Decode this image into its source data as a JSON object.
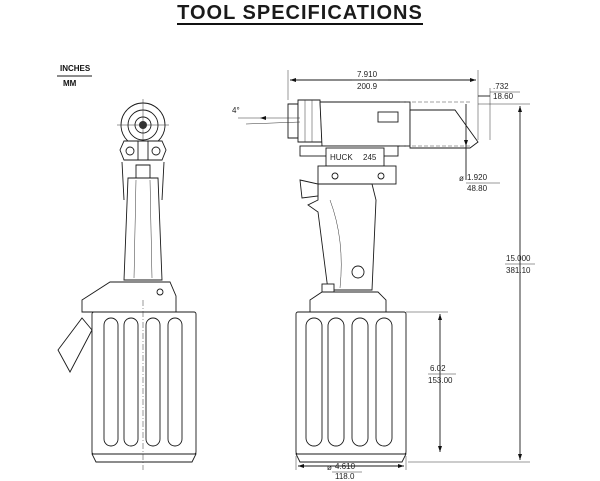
{
  "title": "TOOL SPECIFICATIONS",
  "units": {
    "primary": "INCHES",
    "secondary": "MM"
  },
  "dimensions": {
    "overall_length": {
      "in": "7.910",
      "mm": "200.9"
    },
    "nose_offset": {
      "in": ".732",
      "mm": "18.60"
    },
    "angle": "4°",
    "barrel_diameter": {
      "prefix": "ø",
      "in": "1.920",
      "mm": "48.80"
    },
    "overall_height": {
      "in": "15.000",
      "mm": "381.10"
    },
    "cylinder_height": {
      "in": "6.02",
      "mm": "153.00"
    },
    "cylinder_diameter": {
      "prefix": "ø",
      "in": "4.610",
      "mm": "118.0"
    }
  },
  "labels": {
    "brand": "HUCK",
    "model": "245"
  }
}
